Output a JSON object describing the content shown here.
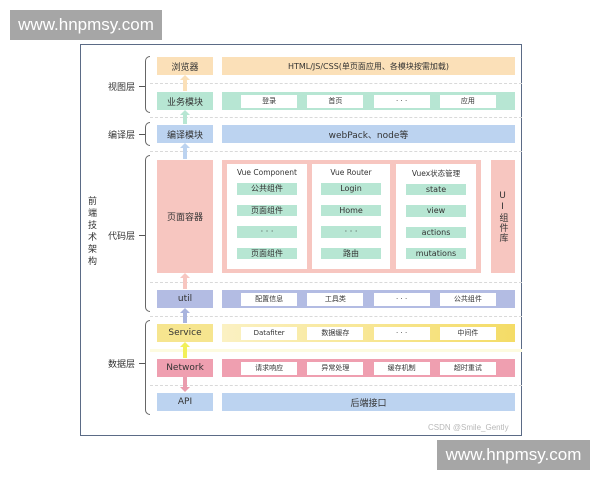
{
  "watermarks": {
    "top": "www.hnpmsy.com",
    "bottom": "www.hnpmsy.com",
    "credit": "CSDN @Smile_Gently"
  },
  "diagram": {
    "title_vertical": "前端技术架构",
    "layers": {
      "view": "视图层",
      "compile": "编译层",
      "code": "代码层",
      "data": "数据层"
    },
    "rows": {
      "browser": {
        "label": "浏览器",
        "detail": "HTML/JS/CSS(单页面应用、各模块按需加载)",
        "color": "#fbe0b8"
      },
      "business": {
        "label": "业务模块",
        "items": [
          "登录",
          "首页",
          "· · ·",
          "应用"
        ],
        "color": "#b7e6d3"
      },
      "compile": {
        "label": "编译模块",
        "detail": "webPack、node等",
        "color": "#bcd3f0"
      },
      "container": {
        "label": "页面容器",
        "color": "#f7c6c0",
        "columns": [
          {
            "title": "Vue Component",
            "items": [
              "公共组件",
              "页面组件",
              "· · ·",
              "页面组件"
            ]
          },
          {
            "title": "Vue Router",
            "items": [
              "Login",
              "Home",
              "· · ·",
              "路由"
            ]
          },
          {
            "title": "Vuex状态管理",
            "items": [
              "state",
              "view",
              "actions",
              "mutations"
            ]
          }
        ],
        "side": "UI组件库"
      },
      "util": {
        "label": "util",
        "items": [
          "配置信息",
          "工具类",
          "· · ·",
          "公共组件"
        ],
        "color": "#b3bce3"
      },
      "service": {
        "label": "Service",
        "items": [
          "Datafiter",
          "数据缓存",
          "· · ·",
          "中间件"
        ],
        "color": "#f6e58f"
      },
      "network": {
        "label": "Network",
        "items": [
          "请求响应",
          "异常处理",
          "缓存机制",
          "超时重试"
        ],
        "color": "#ef9fb0"
      },
      "api": {
        "label": "API",
        "detail": "后端接口",
        "color": "#bcd3f0"
      }
    }
  }
}
